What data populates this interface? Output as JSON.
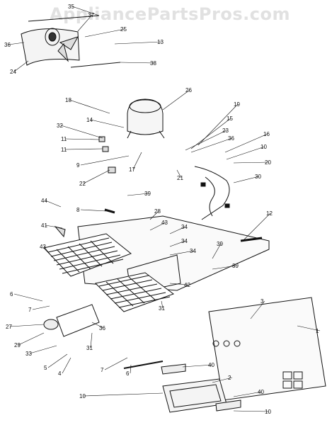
{
  "watermark": "AppliancePartsPros.com",
  "callouts": [
    "35",
    "37",
    "36",
    "25",
    "13",
    "24",
    "38",
    "26",
    "18",
    "19",
    "14",
    "15",
    "32",
    "23",
    "36",
    "16",
    "11",
    "10",
    "11",
    "20",
    "9",
    "17",
    "21",
    "22",
    "30",
    "39",
    "44",
    "8",
    "28",
    "12",
    "41",
    "43",
    "34",
    "34",
    "43",
    "34",
    "39",
    "39",
    "42",
    "6",
    "7",
    "31",
    "36",
    "3",
    "27",
    "1",
    "29",
    "31",
    "33",
    "5",
    "4",
    "7",
    "6",
    "40",
    "2",
    "10",
    "40",
    "10"
  ]
}
